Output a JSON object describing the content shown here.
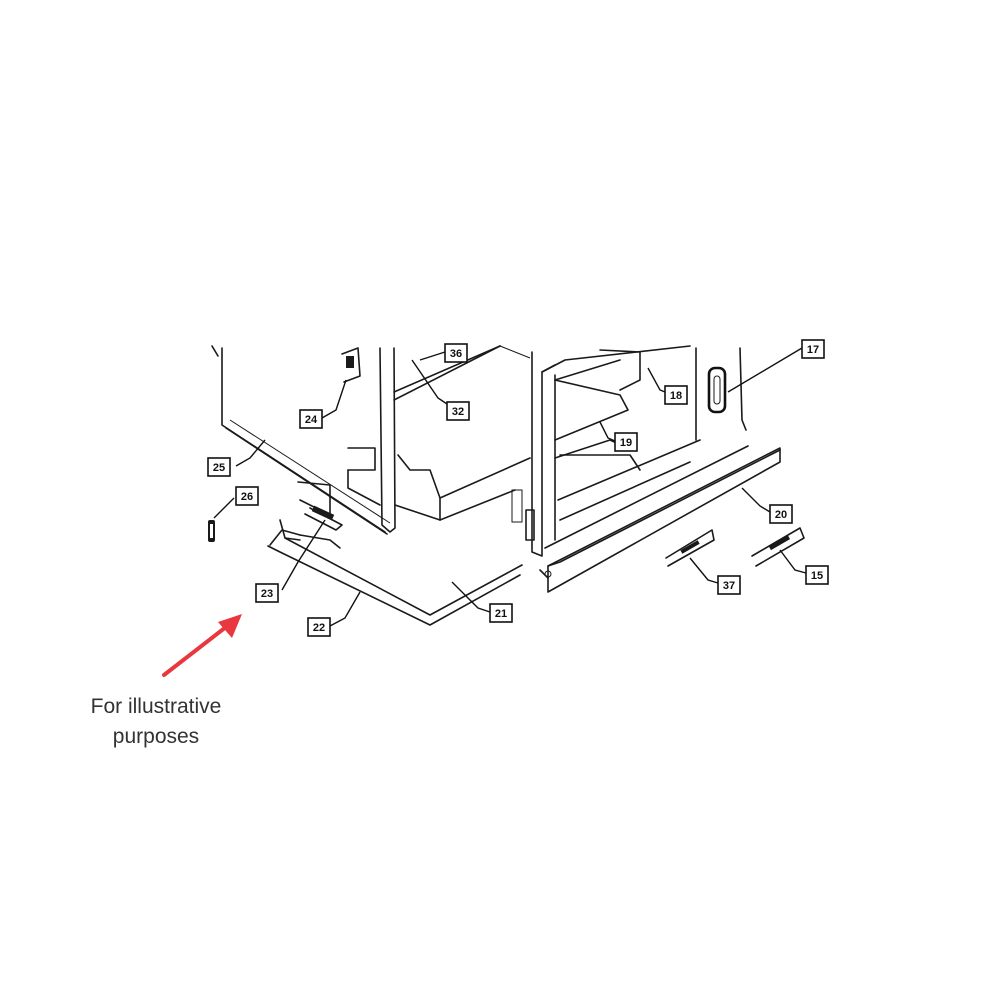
{
  "callouts": [
    "36",
    "17",
    "24",
    "32",
    "18",
    "19",
    "25",
    "26",
    "20",
    "23",
    "37",
    "15",
    "22",
    "21"
  ],
  "caption": {
    "line1": "For illustrative",
    "line2": "purposes"
  },
  "arrow": {
    "color": "#e8373f"
  }
}
